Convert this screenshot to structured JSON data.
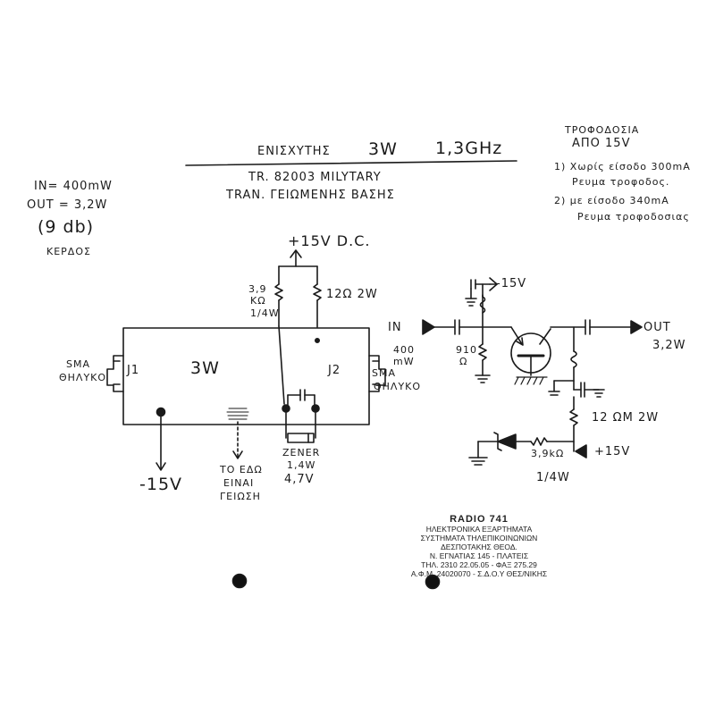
{
  "title": {
    "amplifier": "ΕΝΙΣΧΥΤΗΣ",
    "power": "3W",
    "frequency": "1,3GHz",
    "transistor": "TR.   82003   MILYTARY",
    "transistor_desc": "TRAN.  ΓΕΙΩΜΕΝΗΣ  ΒΑΣΗΣ"
  },
  "specs": {
    "input": "IN= 400mW",
    "output": "OUT = 3,2W",
    "gain_db": "(9 db)",
    "gain_label": "ΚΕΡΔΟΣ"
  },
  "supply_notes": {
    "header1": "ΤΡΟΦΟΔΟΣΙΑ",
    "header2": "ΑΠΟ  15V",
    "note1_line1": "1) Χωρίς είσοδο 300mA",
    "note1_line2": "Ρευμα τροφοδος.",
    "note2_line1": "2) με είσοδο  340mA",
    "note2_line2": "Ρευμα τροφοδοσιας"
  },
  "board": {
    "supply": "+15V D.C.",
    "r1_value": "3,9",
    "r1_unit": "KΩ",
    "r1_power": "1/4W",
    "r2": "12Ω 2W",
    "label": "3W",
    "j1": "J1",
    "j2": "J2",
    "sma_in_1": "SMA",
    "sma_in_2": "ΘΗΛΥΚΟ",
    "sma_out_1": "SMA",
    "sma_out_2": "ΘΗΛΥΚΟ",
    "neg_supply": "-15V",
    "ground_note_1": "ΤΟ ΕΔΩ",
    "ground_note_2": "ΕΙΝΑΙ",
    "ground_note_3": "ΓΕΙΩΣΗ",
    "zener_1": "ZENER",
    "zener_2": "1,4W",
    "zener_3": "4,7V"
  },
  "schematic": {
    "neg_supply": "-15V",
    "in": "IN",
    "in_power_1": "400",
    "in_power_2": "mW",
    "r_bias_1": "910",
    "r_bias_2": "Ω",
    "out": "OUT",
    "out_power": "3,2W",
    "r_collector": "12 ΩM 2W",
    "r_zener": "3,9kΩ",
    "r_zener_power": "1/4W",
    "pos_supply": "+15V"
  },
  "stamp": {
    "name": "RADIO 741",
    "line1": "ΗΛΕΚΤΡΟΝΙΚΑ ΕΞΑΡΤΗΜΑΤΑ",
    "line2": "ΣΥΣΤΗΜΑΤΑ ΤΗΛΕΠΙΚΟΙΝΩΝΙΩΝ",
    "line3": "ΔΕΣΠΟΤΑΚΗΣ ΘΕΟΔ.",
    "line4": "Ν. ΕΓΝΑΤΙΑΣ 145 - ΠΛΑΤΕΙΣ",
    "line5": "ΤΗΛ. 2310 22.05.05 - ΦΑΞ 275.29",
    "line6": "Α.Φ.Μ. 24020070 - Σ.Δ.Ο.Υ ΘΕΣ/ΝΙΚΗΣ"
  },
  "colors": {
    "ink": "#1a1a1a",
    "paper": "#ffffff"
  }
}
